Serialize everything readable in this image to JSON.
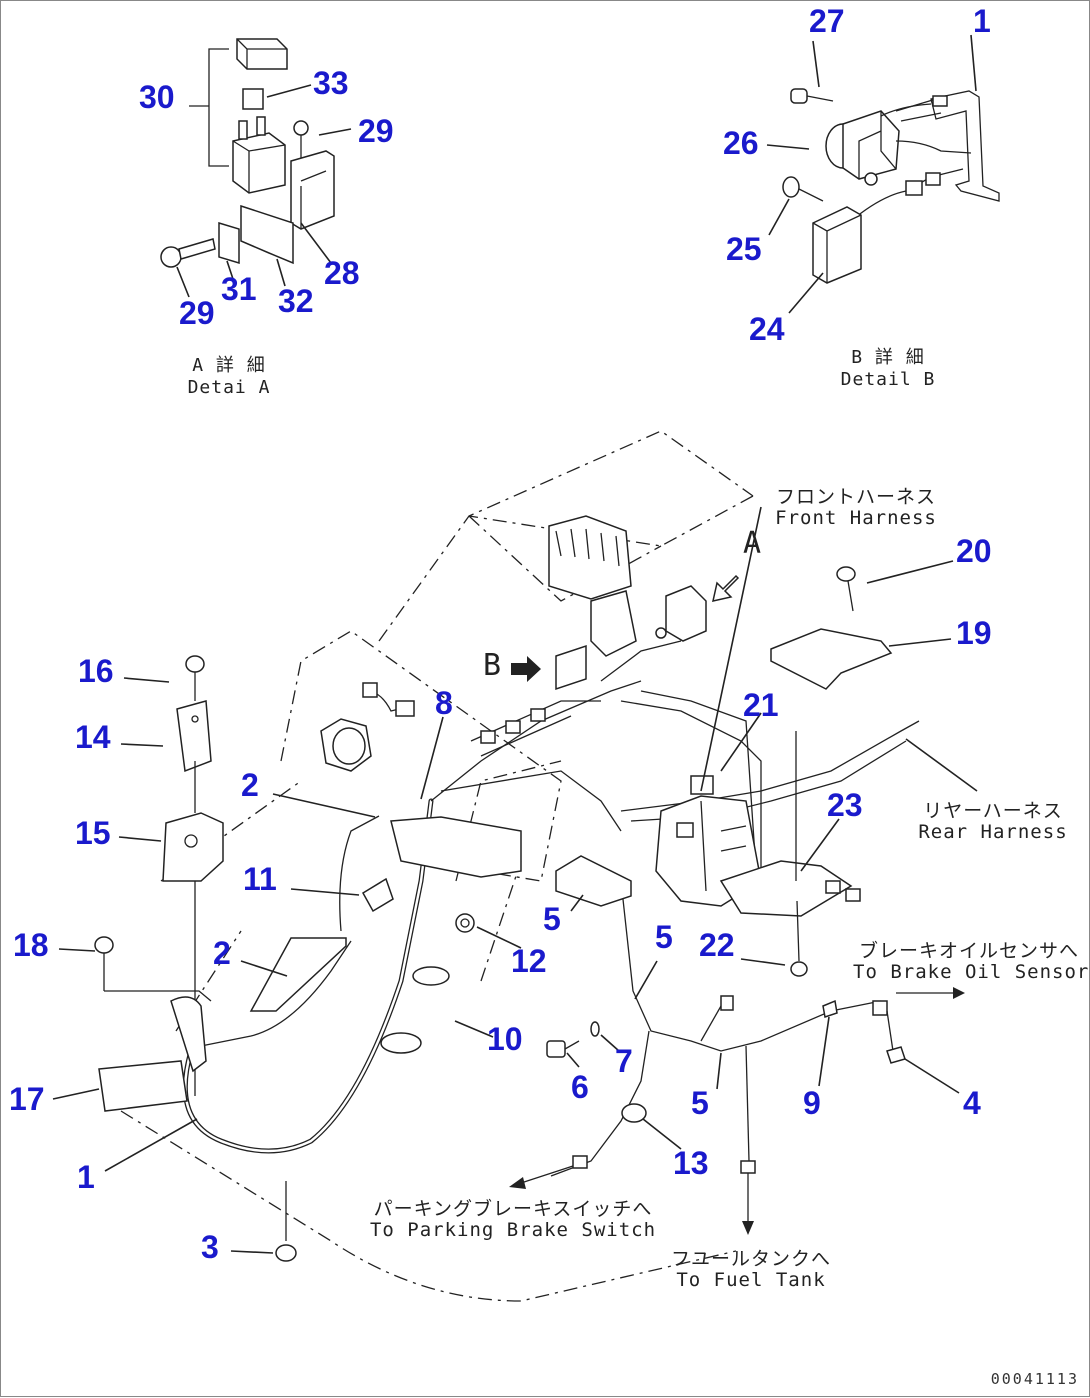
{
  "callouts": {
    "n30": "30",
    "n33": "33",
    "n29a": "29",
    "n31": "31",
    "n32": "32",
    "n29b": "29",
    "n28": "28",
    "n27": "27",
    "n1a": "1",
    "n26": "26",
    "n25": "25",
    "n24": "24",
    "n20": "20",
    "n19": "19",
    "n21": "21",
    "n23": "23",
    "n22": "22",
    "n16": "16",
    "n14": "14",
    "n15": "15",
    "n18": "18",
    "n17": "17",
    "n1b": "1",
    "n3": "3",
    "n8": "8",
    "n2a": "2",
    "n11": "11",
    "n2b": "2",
    "n12": "12",
    "n10": "10",
    "n5a": "5",
    "n5b": "5",
    "n5c": "5",
    "n6": "6",
    "n7": "7",
    "n13": "13",
    "n9": "9",
    "n4": "4"
  },
  "captions": {
    "detail_a_jp": "A 詳 細",
    "detail_a_en": "Detai A",
    "detail_b_jp": "B 詳 細",
    "detail_b_en": "Detail B"
  },
  "view_letters": {
    "a": "A",
    "b": "B"
  },
  "labels": {
    "front_harness_jp": "フロントハーネス",
    "front_harness_en": "Front Harness",
    "rear_harness_jp": "リヤーハーネス",
    "rear_harness_en": "Rear Harness",
    "brake_oil_jp": "ブレーキオイルセンサへ",
    "brake_oil_en": "To Brake Oil Sensor",
    "parking_jp": "パーキングブレーキスイッチへ",
    "parking_en": "To Parking Brake Switch",
    "fuel_jp": "フユールタンクへ",
    "fuel_en": "To Fuel Tank"
  },
  "drawing_code": "00041113"
}
